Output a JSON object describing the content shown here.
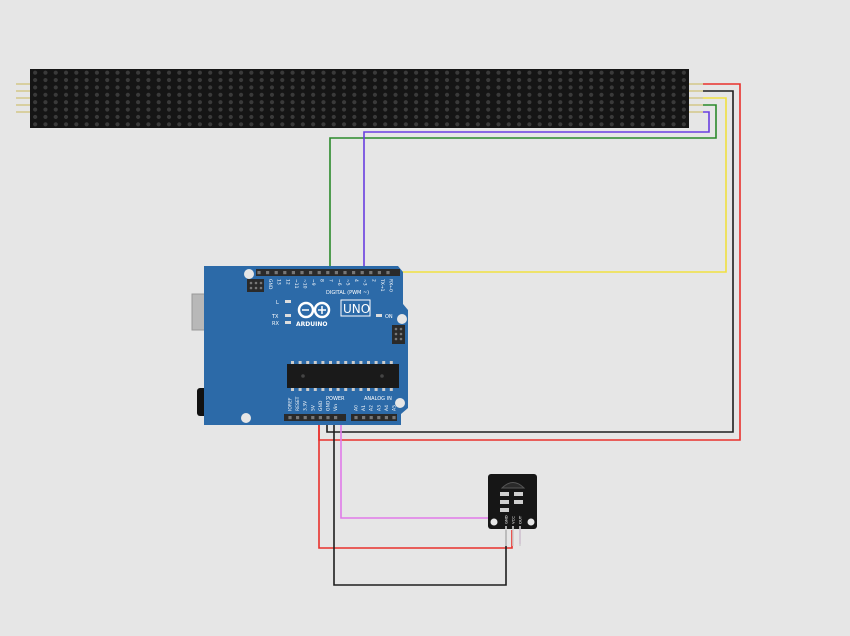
{
  "colors": {
    "background": "#e6e6e6",
    "board": "#2c6aa8",
    "matrix": "#151515",
    "wire_red": "#e8302c",
    "wire_black": "#1e1e1e",
    "wire_yellow": "#f0e040",
    "wire_green": "#2a8a2a",
    "wire_purple": "#6a3ee0",
    "wire_violet": "#e07ae8"
  },
  "arduino": {
    "brand": "ARDUINO",
    "model": "UNO",
    "digital_header": "DIGITAL (PWM ~)",
    "analog_header": "ANALOG IN",
    "power_header": "POWER",
    "label_l": "L",
    "label_tx": "TX",
    "label_rx": "RX",
    "label_on": "ON",
    "digital_pins": [
      "AREF",
      "GND",
      "13",
      "12",
      "~11",
      "~10",
      "~9",
      "8",
      "7",
      "~6",
      "~5",
      "4",
      "~3",
      "2",
      "TX→1",
      "RX←0"
    ],
    "power_pins": [
      "IOREF",
      "RESET",
      "3.3V",
      "5V",
      "GND",
      "GND",
      "Vin"
    ],
    "analog_pins": [
      "A0",
      "A1",
      "A2",
      "A3",
      "A4",
      "A5"
    ]
  },
  "matrix": {
    "columns": 64,
    "rows": 8
  },
  "sensor": {
    "pins": [
      "GND",
      "VCC",
      "OUT"
    ]
  }
}
